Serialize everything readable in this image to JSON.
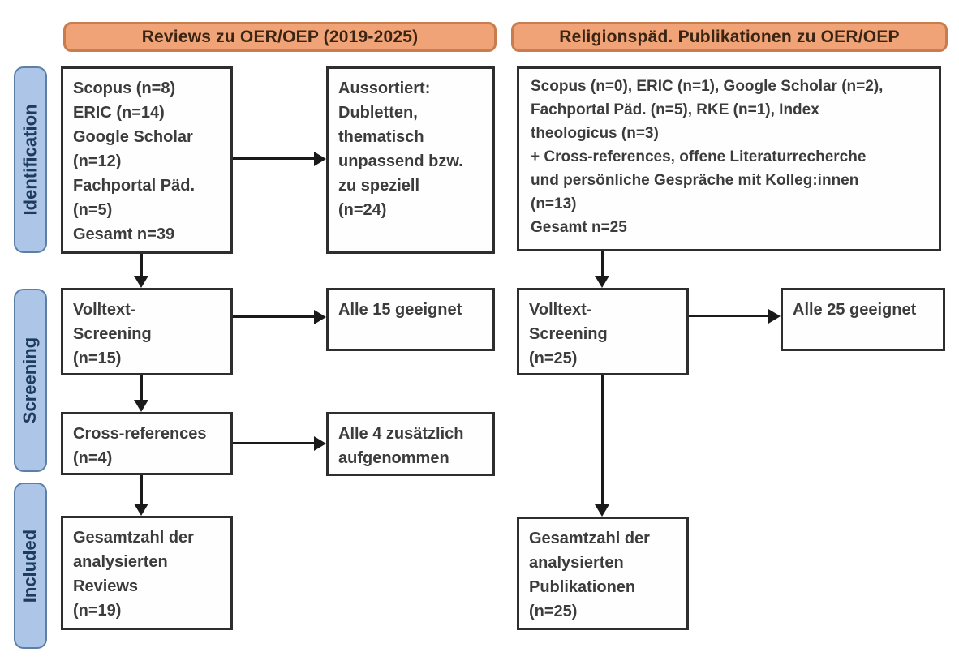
{
  "diagram": {
    "title": "PRISMA-style literature flow diagram",
    "headers": {
      "left": {
        "label": "Reviews zu OER/OEP (2019-2025)"
      },
      "right": {
        "label": "Religionspäd. Publikationen zu OER/OEP"
      }
    },
    "stages": {
      "identification": {
        "label": "Identification"
      },
      "screening": {
        "label": "Screening"
      },
      "included": {
        "label": "Included"
      }
    },
    "boxes": {
      "left_identification": {
        "lines": [
          "Scopus (n=8)",
          "ERIC (n=14)",
          "Google Scholar",
          "(n=12)",
          "Fachportal Päd.",
          "(n=5)",
          "Gesamt n=39"
        ]
      },
      "left_excluded": {
        "lines": [
          "Aussortiert:",
          "Dubletten,",
          "thematisch",
          "unpassend bzw.",
          "zu speziell",
          "(n=24)"
        ]
      },
      "right_identification": {
        "lines": [
          "Scopus (n=0), ERIC (n=1), Google Scholar (n=2),",
          "Fachportal Päd. (n=5), RKE (n=1), Index",
          "theologicus (n=3)",
          "+ Cross-references, offene Literaturrecherche",
          "und persönliche Gespräche mit Kolleg:innen",
          "(n=13)",
          "Gesamt n=25"
        ]
      },
      "left_fulltext": {
        "lines": [
          "Volltext-",
          "Screening",
          "(n=15)"
        ]
      },
      "left_eligible": {
        "lines": [
          "Alle 15 geeignet"
        ]
      },
      "left_crossref": {
        "lines": [
          "Cross-references",
          "(n=4)"
        ]
      },
      "left_added": {
        "lines": [
          "Alle 4 zusätzlich",
          "aufgenommen"
        ]
      },
      "right_fulltext": {
        "lines": [
          "Volltext-",
          "Screening",
          "(n=25)"
        ]
      },
      "right_eligible": {
        "lines": [
          "Alle 25 geeignet"
        ]
      },
      "left_included": {
        "lines": [
          "Gesamtzahl der",
          "analysierten",
          "Reviews",
          "(n=19)"
        ]
      },
      "right_included": {
        "lines": [
          "Gesamtzahl der",
          "analysierten",
          "Publikationen",
          "(n=25)"
        ]
      }
    },
    "colors": {
      "header_fill": "#F0A377",
      "header_border": "#C97C4C",
      "header_text": "#3A2413",
      "stage_fill": "#ADC6E7",
      "stage_border": "#5C7FA8",
      "stage_text": "#1F3A5F",
      "box_fill": "#FEFEFE",
      "box_border": "#2E2E2E",
      "box_text": "#3C3C3C",
      "arrow": "#1A1A1A",
      "background": "#FFFFFF"
    }
  }
}
